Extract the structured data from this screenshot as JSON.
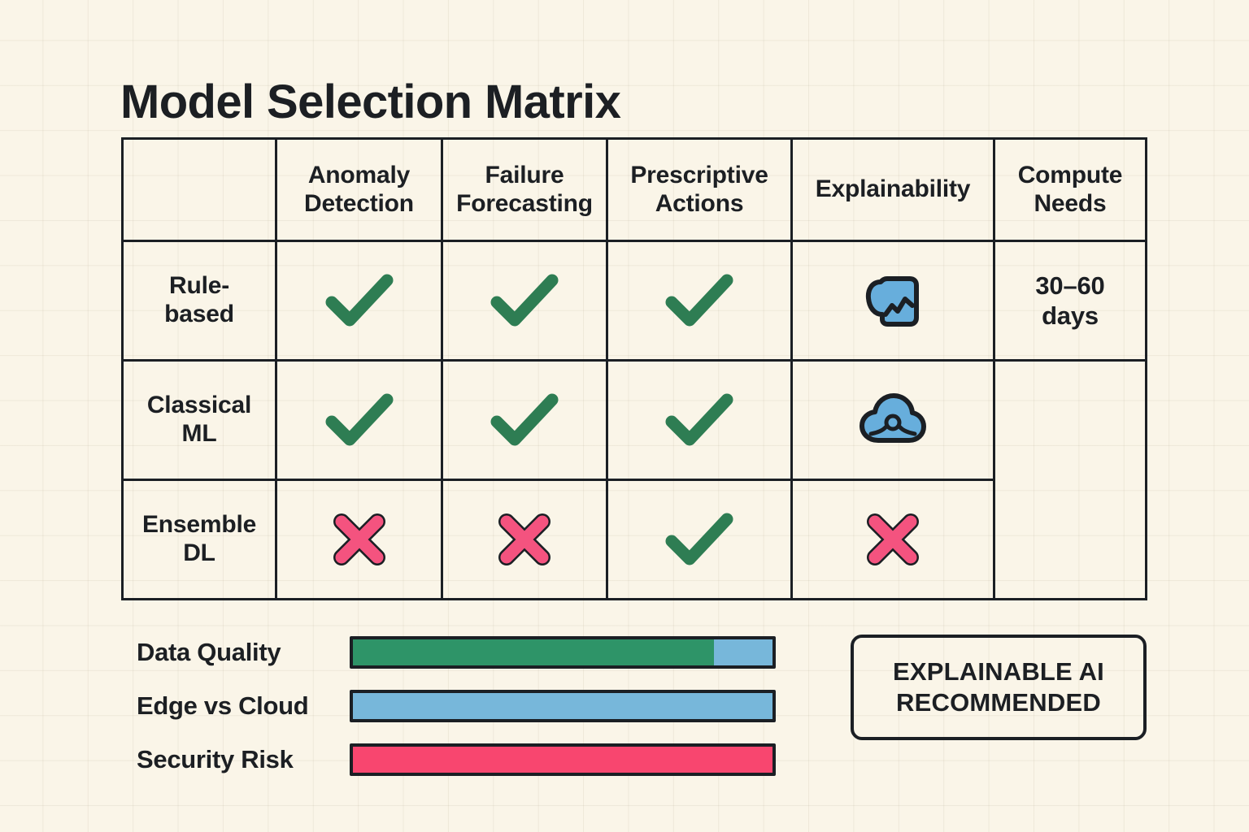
{
  "page": {
    "title": "Model Selection Matrix",
    "background_color": "#faf5e8",
    "ink_color": "#1c1f23"
  },
  "colors": {
    "check_green": "#2e7d53",
    "cross_pink": "#f4537f",
    "icon_blue": "#67aedc",
    "bar_green": "#2e9468",
    "bar_blue": "#77b7da",
    "bar_pink": "#f8466f",
    "outline": "#1b1f24"
  },
  "table": {
    "columns": [
      {
        "id": "model",
        "label": ""
      },
      {
        "id": "anomaly_detection",
        "label": "Anomaly\nDetection"
      },
      {
        "id": "failure_forecasting",
        "label": "Failure\nForecasting"
      },
      {
        "id": "prescriptive_actions",
        "label": "Prescriptive\nActions"
      },
      {
        "id": "explainability",
        "label": "Explainability"
      },
      {
        "id": "compute_needs",
        "label": "Compute\nNeeds"
      }
    ],
    "column_labels": {
      "anomaly_detection_line1": "Anomaly",
      "anomaly_detection_line2": "Detection",
      "failure_forecasting_line1": "Failure",
      "failure_forecasting_line2": "Forecasting",
      "prescriptive_actions_line1": "Prescriptive",
      "prescriptive_actions_line2": "Actions",
      "explainability": "Explainability",
      "compute_needs_line1": "Compute",
      "compute_needs_line2": "Needs"
    },
    "rows": [
      {
        "label_line1": "Rule-",
        "label_line2": "based",
        "label": "Rule-based",
        "anomaly_detection": "check",
        "failure_forecasting": "check",
        "prescriptive_actions": "check",
        "explainability": "chart-icon",
        "compute_needs_line1": "30–60",
        "compute_needs_line2": "days",
        "compute_needs": "30–60 days"
      },
      {
        "label_line1": "Classical",
        "label_line2": "ML",
        "label": "Classical ML",
        "anomaly_detection": "check",
        "failure_forecasting": "check",
        "prescriptive_actions": "check",
        "explainability": "cloud-icon",
        "compute_needs": ""
      },
      {
        "label_line1": "Ensemble",
        "label_line2": "DL",
        "label": "Ensemble DL",
        "anomaly_detection": "cross",
        "failure_forecasting": "cross",
        "prescriptive_actions": "check",
        "explainability": "cross",
        "compute_needs": ""
      }
    ]
  },
  "chart_data": {
    "type": "bar",
    "title": "",
    "orientation": "horizontal",
    "categories": [
      "Data Quality",
      "Edge vs Cloud",
      "Security Risk"
    ],
    "values": [
      86,
      100,
      100
    ],
    "xlim": [
      0,
      100
    ],
    "xlabel": "",
    "ylabel": "",
    "grid": false,
    "legend": false,
    "series": [
      {
        "name": "Data Quality",
        "value": 86,
        "remainder": 14,
        "fill_color": "#2e9468",
        "remainder_color": "#77b7da"
      },
      {
        "name": "Edge vs Cloud",
        "value": 100,
        "remainder": 0,
        "fill_color": "#77b7da",
        "remainder_color": null
      },
      {
        "name": "Security Risk",
        "value": 100,
        "remainder": 0,
        "fill_color": "#f8466f",
        "remainder_color": null
      }
    ]
  },
  "bars": [
    {
      "label": "Data Quality",
      "fill_pct": 86,
      "fill_color": "#2e9468",
      "remainder_color": "#77b7da"
    },
    {
      "label": "Edge vs Cloud",
      "fill_pct": 100,
      "fill_color": "#77b7da",
      "remainder_color": ""
    },
    {
      "label": "Security Risk",
      "fill_pct": 100,
      "fill_color": "#f8466f",
      "remainder_color": ""
    }
  ],
  "badge": {
    "line1": "EXPLAINABLE AI",
    "line2": "RECOMMENDED",
    "text": "EXPLAINABLE AI RECOMMENDED"
  }
}
